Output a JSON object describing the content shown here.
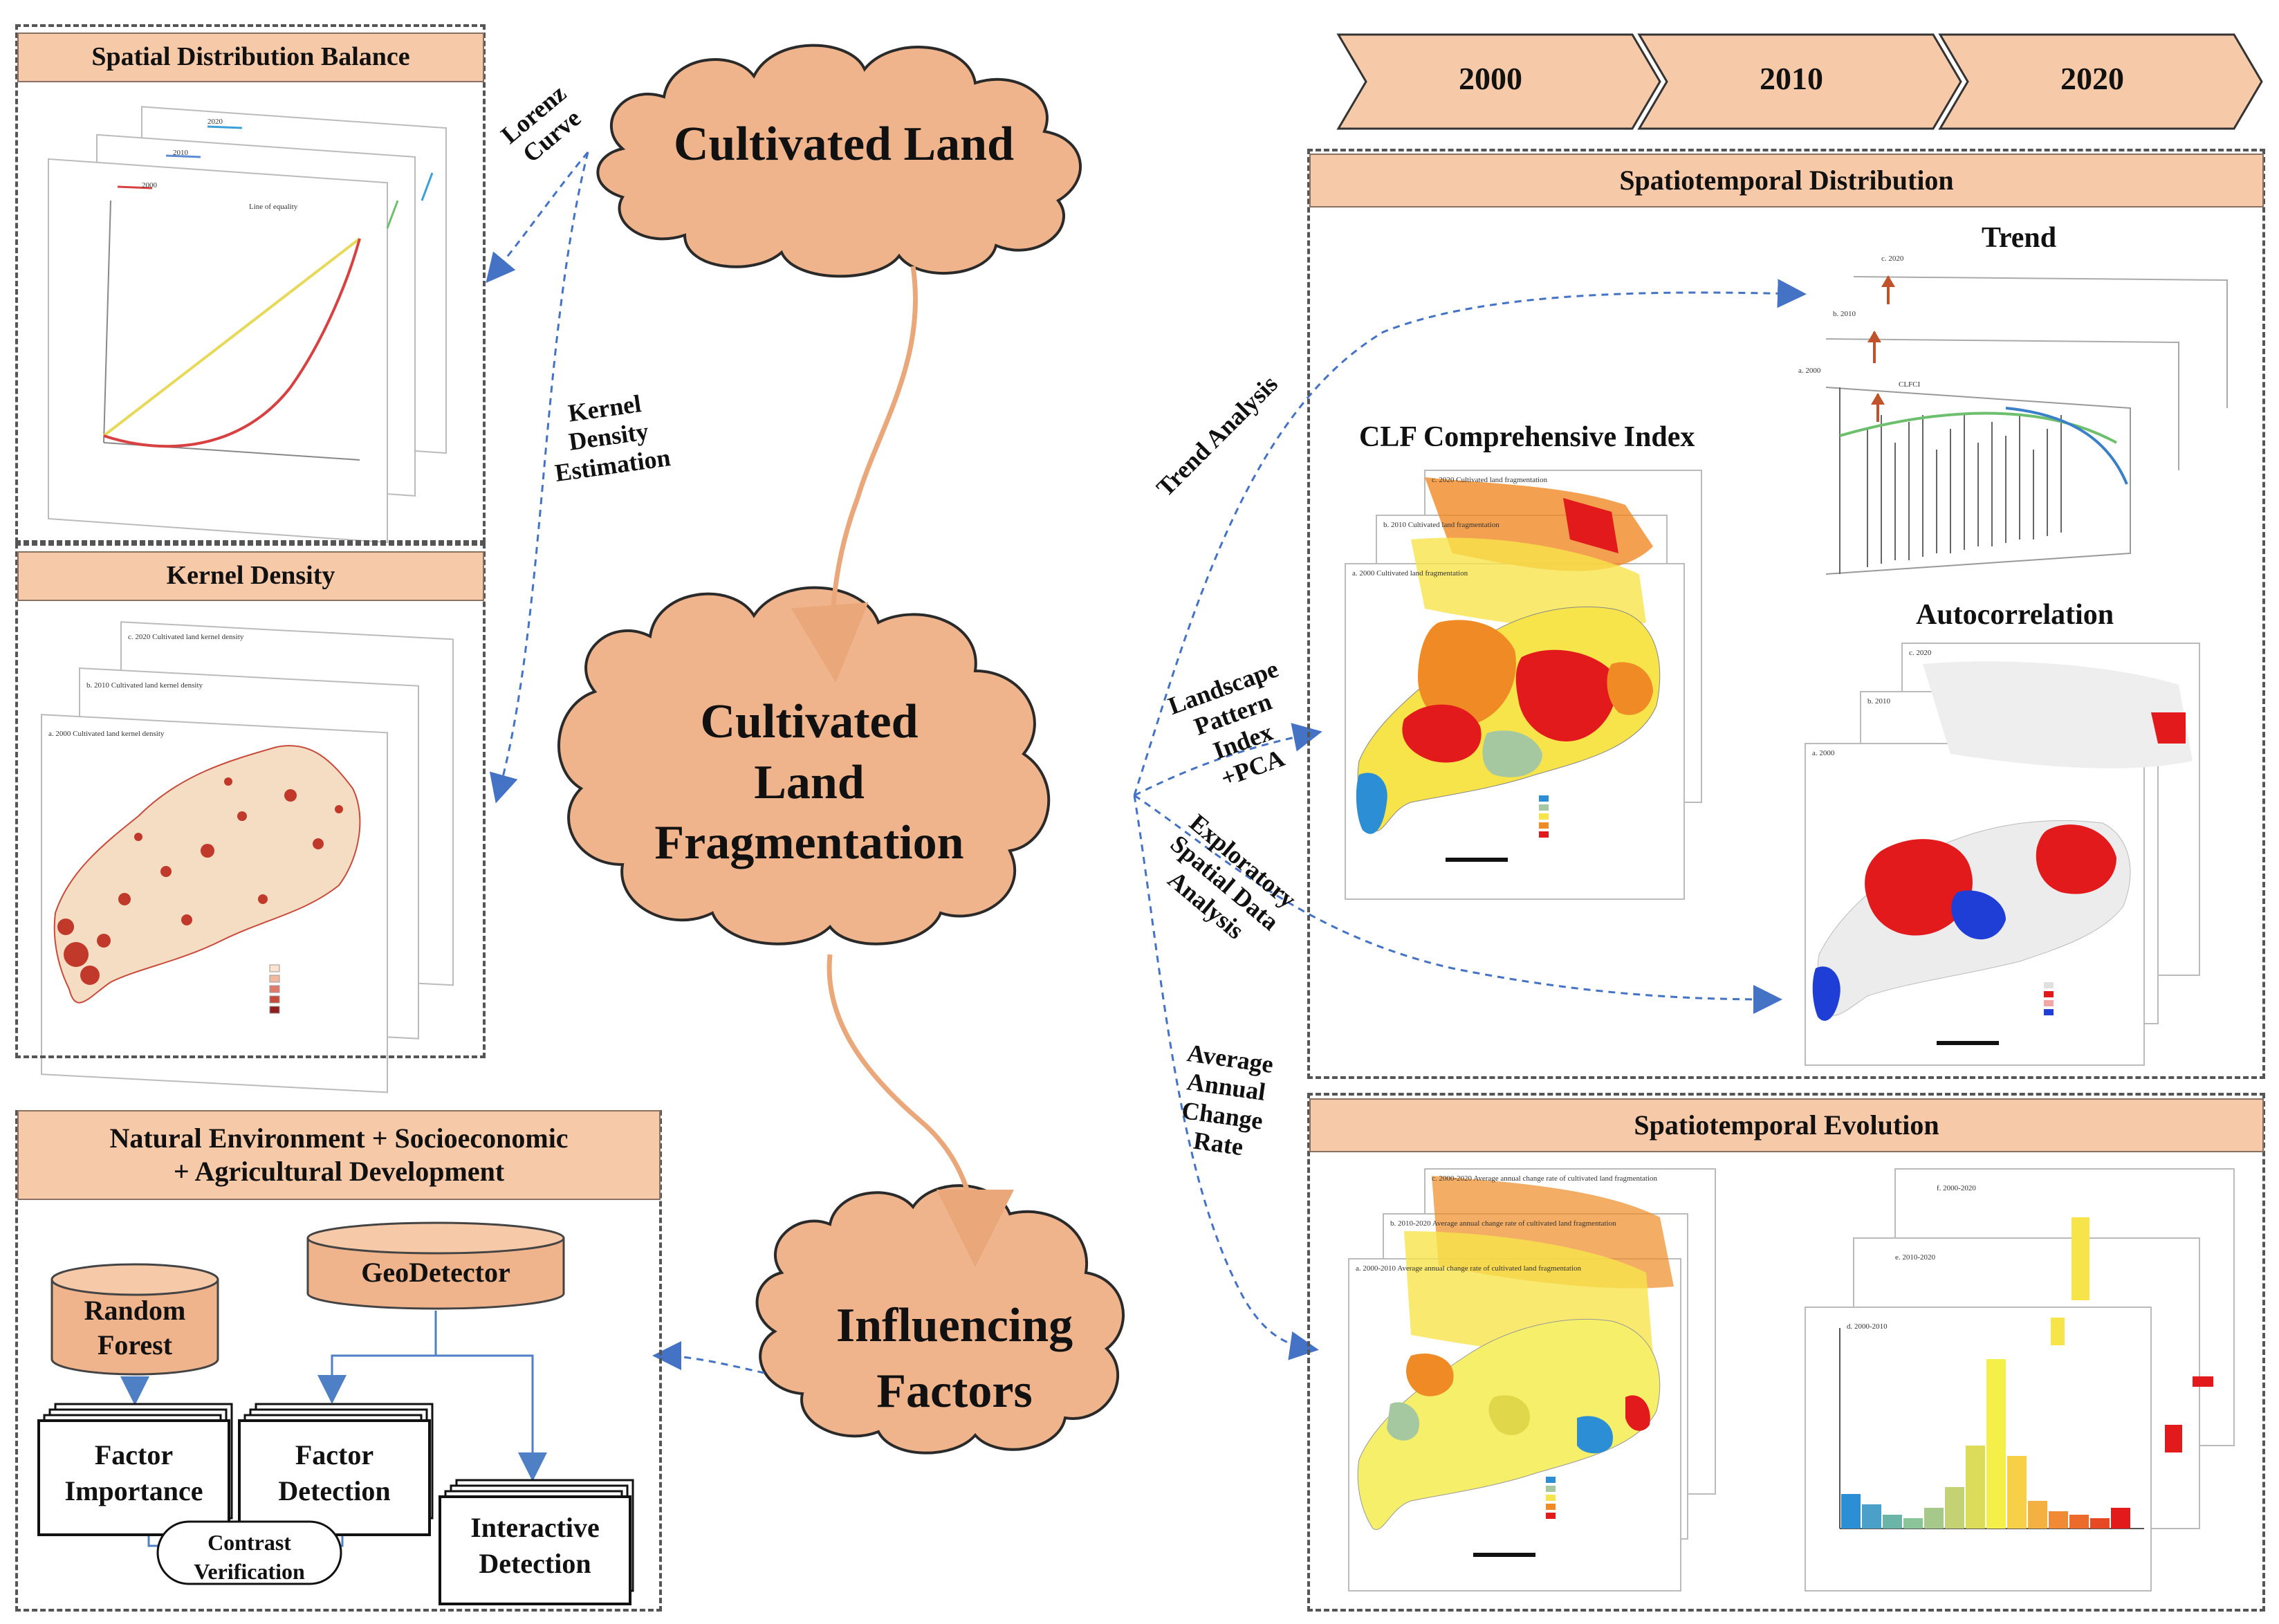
{
  "timeline": [
    "2000",
    "2010",
    "2020"
  ],
  "clouds": {
    "cultivated_land": "Cultivated Land",
    "clf_line1": "Cultivated",
    "clf_line2": "Land",
    "clf_line3": "Fragmentation",
    "influencing_line1": "Influencing",
    "influencing_line2": "Factors"
  },
  "headers": {
    "spatial_balance": "Spatial Distribution Balance",
    "kernel_density": "Kernel Density",
    "factors_line1": "Natural Environment + Socioeconomic",
    "factors_line2": "+ Agricultural Development",
    "spatiotemporal_distribution": "Spatiotemporal Distribution",
    "spatiotemporal_evolution": "Spatiotemporal Evolution"
  },
  "method_labels": {
    "lorenz_line1": "Lorenz",
    "lorenz_line2": "Curve",
    "kde_line1": "Kernel",
    "kde_line2": "Density",
    "kde_line3": "Estimation",
    "trend_analysis": "Trend Analysis",
    "landscape_line1": "Landscape",
    "landscape_line2": "Pattern",
    "landscape_line3": "Index",
    "landscape_line4": "+PCA",
    "esda_line1": "Exploratory",
    "esda_line2": "Spatial Data",
    "esda_line3": "Analysis",
    "aacr_line1": "Average",
    "aacr_line2": "Annual",
    "aacr_line3": "Change",
    "aacr_line4": "Rate"
  },
  "subtitles": {
    "trend": "Trend",
    "clf_index": "CLF Comprehensive Index",
    "autocorrelation": "Autocorrelation"
  },
  "factors": {
    "random_forest_line1": "Random",
    "random_forest_line2": "Forest",
    "geodetector": "GeoDetector",
    "factor_importance_line1": "Factor",
    "factor_importance_line2": "Importance",
    "factor_detection_line1": "Factor",
    "factor_detection_line2": "Detection",
    "interactive_line1": "Interactive",
    "interactive_line2": "Detection",
    "contrast_line1": "Contrast",
    "contrast_line2": "Verification"
  },
  "figure_tags": {
    "lorenz_2000": "2000",
    "lorenz_2010": "2010",
    "lorenz_2020": "2020",
    "line_of_equality": "Line of equality",
    "kd_2000": "a. 2000 Cultivated land kernel density",
    "kd_2010": "b. 2010 Cultivated land kernel density",
    "kd_2020": "c. 2020 Cultivated land kernel density",
    "clf_2000": "a. 2000 Cultivated land fragmentation",
    "clf_2010": "b. 2010 Cultivated land fragmentation",
    "clf_2020": "c. 2020 Cultivated land fragmentation",
    "trend_2000": "a. 2000",
    "trend_2010": "b. 2010",
    "trend_2020": "c. 2020",
    "clfci": "CLFCI",
    "auto_2000": "a. 2000",
    "auto_2010": "b. 2010",
    "auto_2020": "c. 2020",
    "evo_a": "a. 2000-2010 Average annual change rate of cultivated land fragmentation",
    "evo_b": "b. 2010-2020 Average annual change rate of cultivated land fragmentation",
    "evo_c": "c. 2000-2020 Average annual change rate of cultivated land fragmentation",
    "hist_d": "d. 2000-2010",
    "hist_e": "e. 2010-2020",
    "hist_f": "f. 2000-2020"
  },
  "colors": {
    "header_fill": "#f6c9a8",
    "cloud_fill": "#f0b48c",
    "cloud_stroke": "#2a2a2a",
    "flow_arrow": "#e9a77a",
    "dashed_arrow": "#4472c4",
    "red_region": "#e31a1c",
    "orange_region": "#f08a24",
    "yellow_region": "#f7e34a",
    "blue_region": "#2b6fd6"
  }
}
